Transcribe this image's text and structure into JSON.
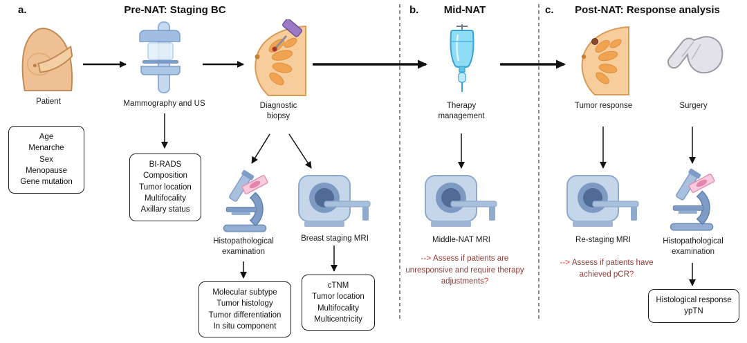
{
  "sections": {
    "a": {
      "label": "a.",
      "title": "Pre-NAT: Staging BC"
    },
    "b": {
      "label": "b.",
      "title": "Mid-NAT"
    },
    "c": {
      "label": "c.",
      "title": "Post-NAT: Response analysis"
    }
  },
  "nodes": {
    "patient": {
      "label": "Patient"
    },
    "mammography": {
      "label": "Mammography and US"
    },
    "biopsy": {
      "label": "Diagnostic biopsy"
    },
    "histopath_pre": {
      "label": "Histopathological examination"
    },
    "breast_mri": {
      "label": "Breast staging MRI"
    },
    "therapy": {
      "label": "Therapy management"
    },
    "mid_mri": {
      "label": "Middle-NAT MRI"
    },
    "tumor_response": {
      "label": "Tumor response"
    },
    "surgery": {
      "label": "Surgery"
    },
    "restaging_mri": {
      "label": "Re-staging MRI"
    },
    "histopath_post": {
      "label": "Histopathological examination"
    }
  },
  "boxes": {
    "patient_factors": {
      "lines": [
        "Age",
        "Menarche",
        "Sex",
        "Menopause",
        "Gene mutation"
      ]
    },
    "mammo_findings": {
      "lines": [
        "BI-RADS",
        "Composition",
        "Tumor location",
        "Multifocality",
        "Axillary status"
      ]
    },
    "histo_findings": {
      "lines": [
        "Molecular subtype",
        "Tumor histology",
        "Tumor differentiation",
        "In situ component"
      ]
    },
    "mri_findings": {
      "lines": [
        "cTNM",
        "Tumor location",
        "Multifocality",
        "Multicentricity"
      ]
    },
    "response_findings": {
      "lines": [
        "Histological response",
        "ypTN"
      ]
    }
  },
  "annotations": {
    "mid_nat": {
      "arrow": "-->",
      "text": "Assess if patients are unresponsive and require therapy adjustments",
      "question": "?"
    },
    "post_nat": {
      "arrow": "-->",
      "text": "Assess if patients have achieved pCR",
      "question": "?"
    }
  },
  "icons": {
    "patient": "patient-torso-icon",
    "mammography": "mammography-machine-icon",
    "biopsy": "breast-biopsy-needle-icon",
    "microscope": "microscope-slide-icon",
    "mri": "mri-scanner-icon",
    "iv_bag": "iv-infusion-bag-icon",
    "breast": "breast-tumor-icon",
    "hand": "surgical-glove-hand-icon"
  },
  "colors": {
    "background": "#ffffff",
    "box_border": "#1c1c1c",
    "arrow_black": "#111111",
    "annot_red": "#e2372b",
    "annot_maroon": "#8a3b35"
  }
}
